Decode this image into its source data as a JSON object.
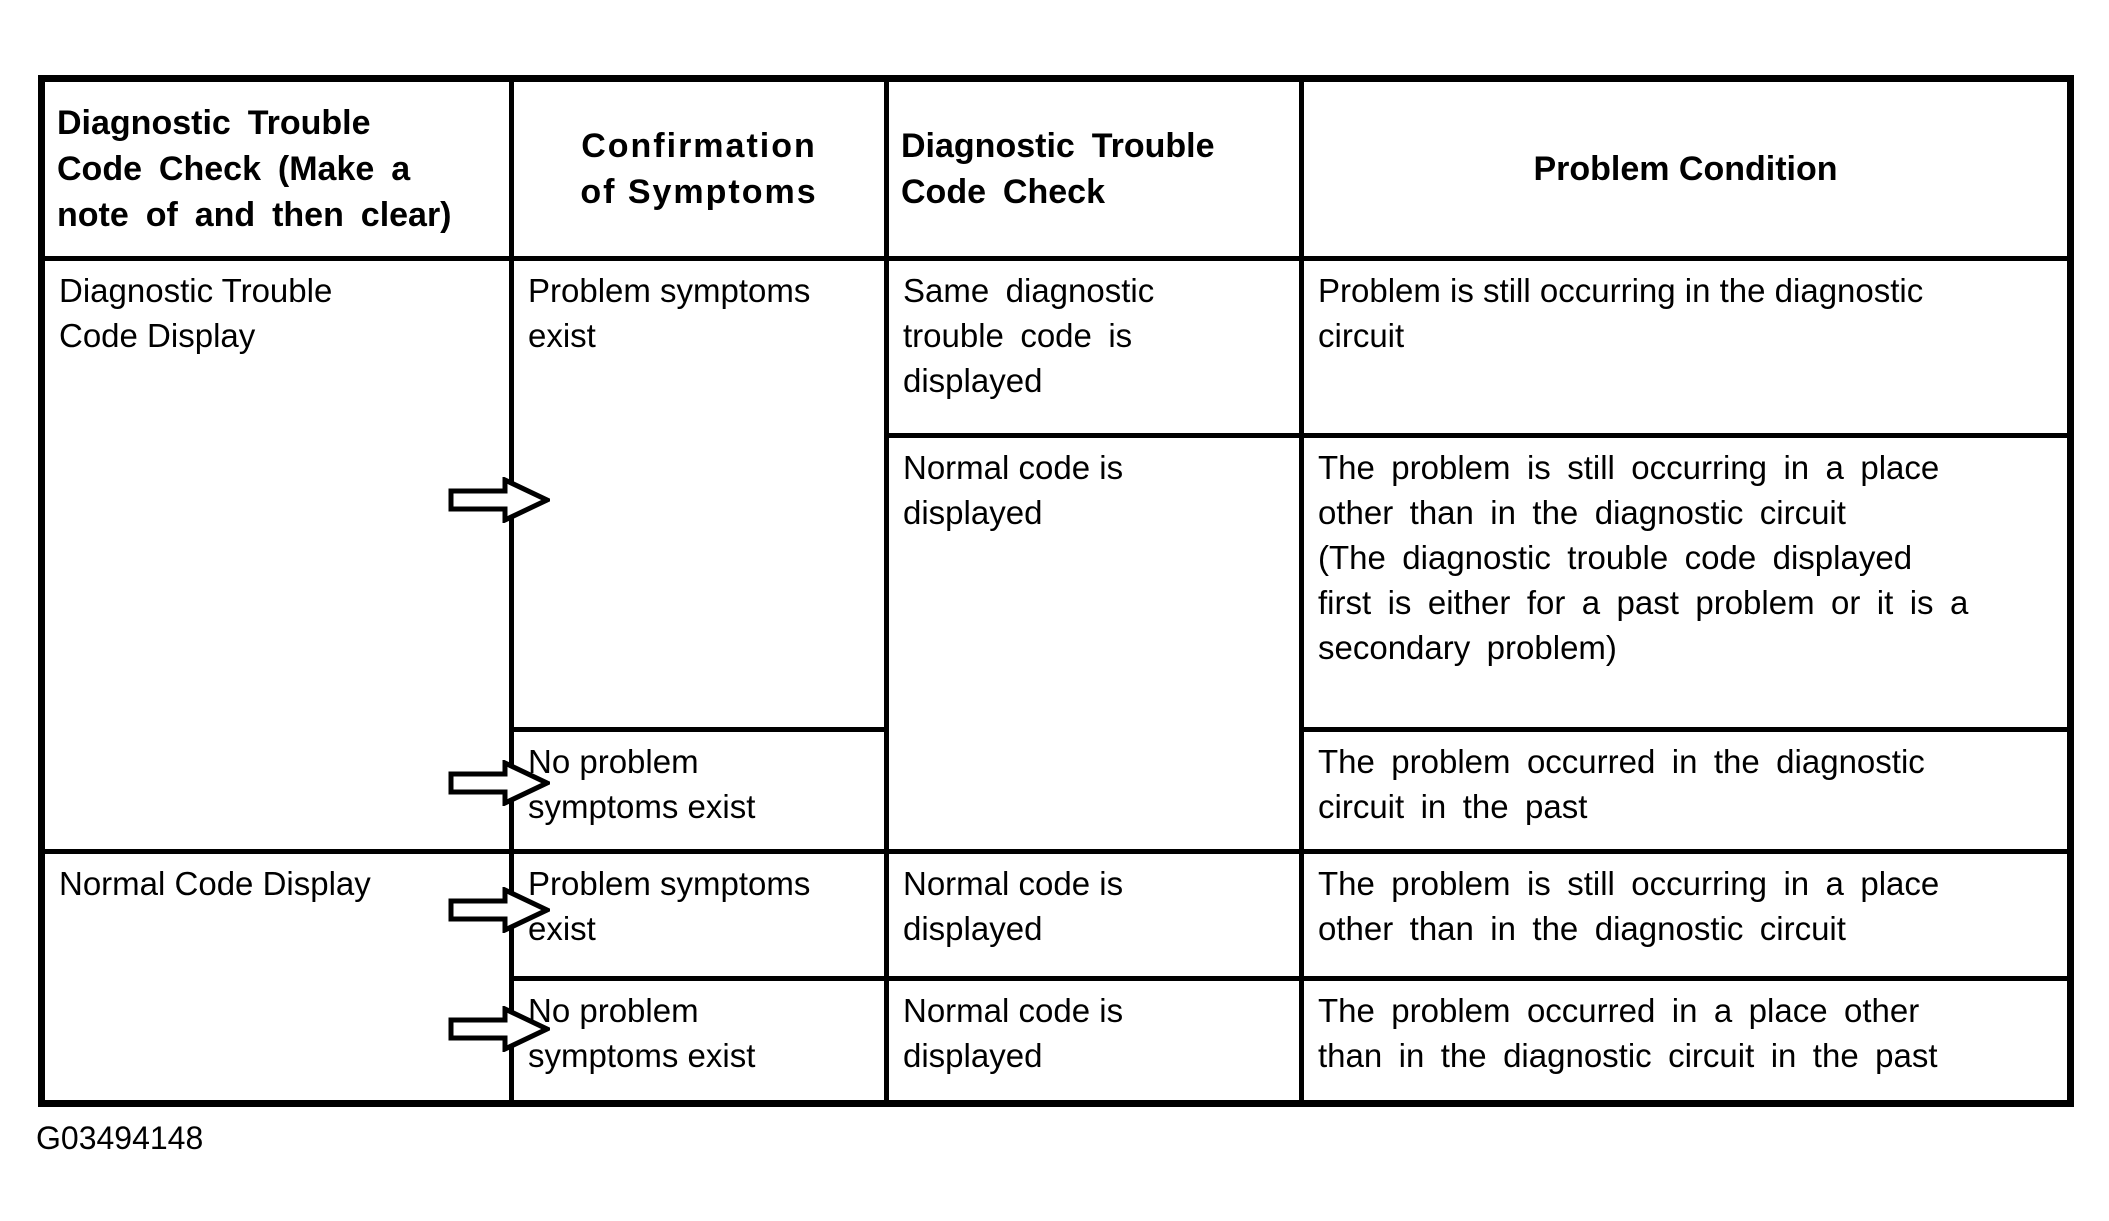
{
  "page": {
    "background": "#ffffff",
    "figure_code": "G03494148"
  },
  "colors": {
    "border": "#000000",
    "text": "#000000",
    "cell_background": "#ffffff"
  },
  "icons": {
    "flow_arrow": "right-arrow-outline"
  },
  "table": {
    "columns": [
      {
        "header": "Diagnostic Trouble\nCode Check (Make a\nnote of and then clear)"
      },
      {
        "header": "Confirmation\nof Symptoms"
      },
      {
        "header": "Diagnostic Trouble\nCode Check"
      },
      {
        "header": "Problem Condition"
      }
    ],
    "cells": {
      "dtc_display_label": "Diagnostic Trouble\nCode Display",
      "r1_symptoms": "Problem symptoms\nexist",
      "r1_code_check": "Same diagnostic\ntrouble code is\ndisplayed",
      "r1_condition": "Problem is still occurring in the diagnostic\ncircuit",
      "r2_code_check": "Normal code is\ndisplayed",
      "r2_condition": "The problem is still occurring in a place\nother than in the diagnostic circuit\n(The diagnostic trouble code displayed\nfirst is either for a past problem or it is a\nsecondary problem)",
      "r3_symptoms": "No problem\nsymptoms exist",
      "r3_condition": "The problem occurred in the diagnostic\ncircuit in the past",
      "normal_display_label": "Normal Code Display",
      "r4_symptoms": "Problem symptoms\nexist",
      "r4_code_check": "Normal code is\ndisplayed",
      "r4_condition": "The problem is still occurring in a place\nother than in the diagnostic circuit",
      "r5_symptoms": "No problem\nsymptoms exist",
      "r5_code_check": "Normal code is\ndisplayed",
      "r5_condition": "The problem occurred in a place other\nthan in the diagnostic circuit in the past"
    }
  }
}
